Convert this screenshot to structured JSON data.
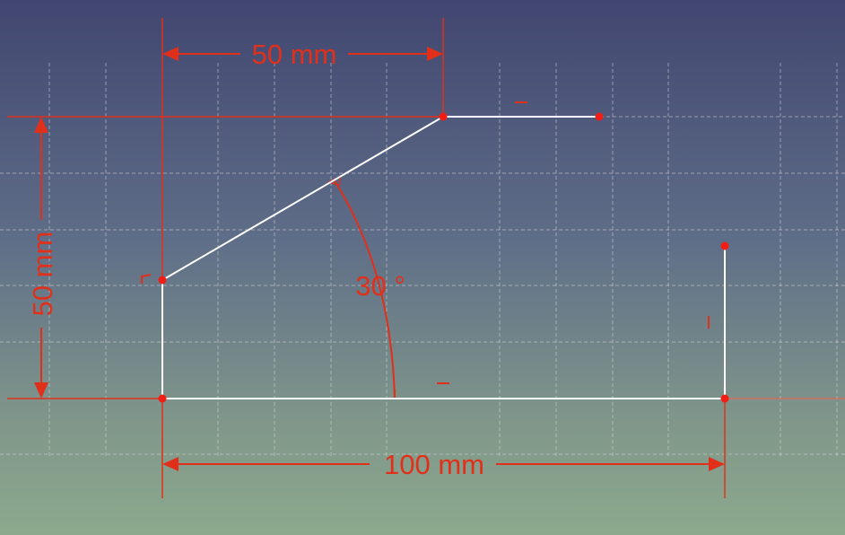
{
  "view": {
    "background_top": "#414670",
    "background_bottom": "#8ca98d",
    "grid_color": "#d8d8d8"
  },
  "sketch": {
    "geometry_color": "#ffffff",
    "constraint_color": "#e0301a",
    "dimensions": {
      "top_width": "50 mm",
      "left_height": "50 mm",
      "bottom_width": "100 mm",
      "angle": "30 °"
    }
  }
}
